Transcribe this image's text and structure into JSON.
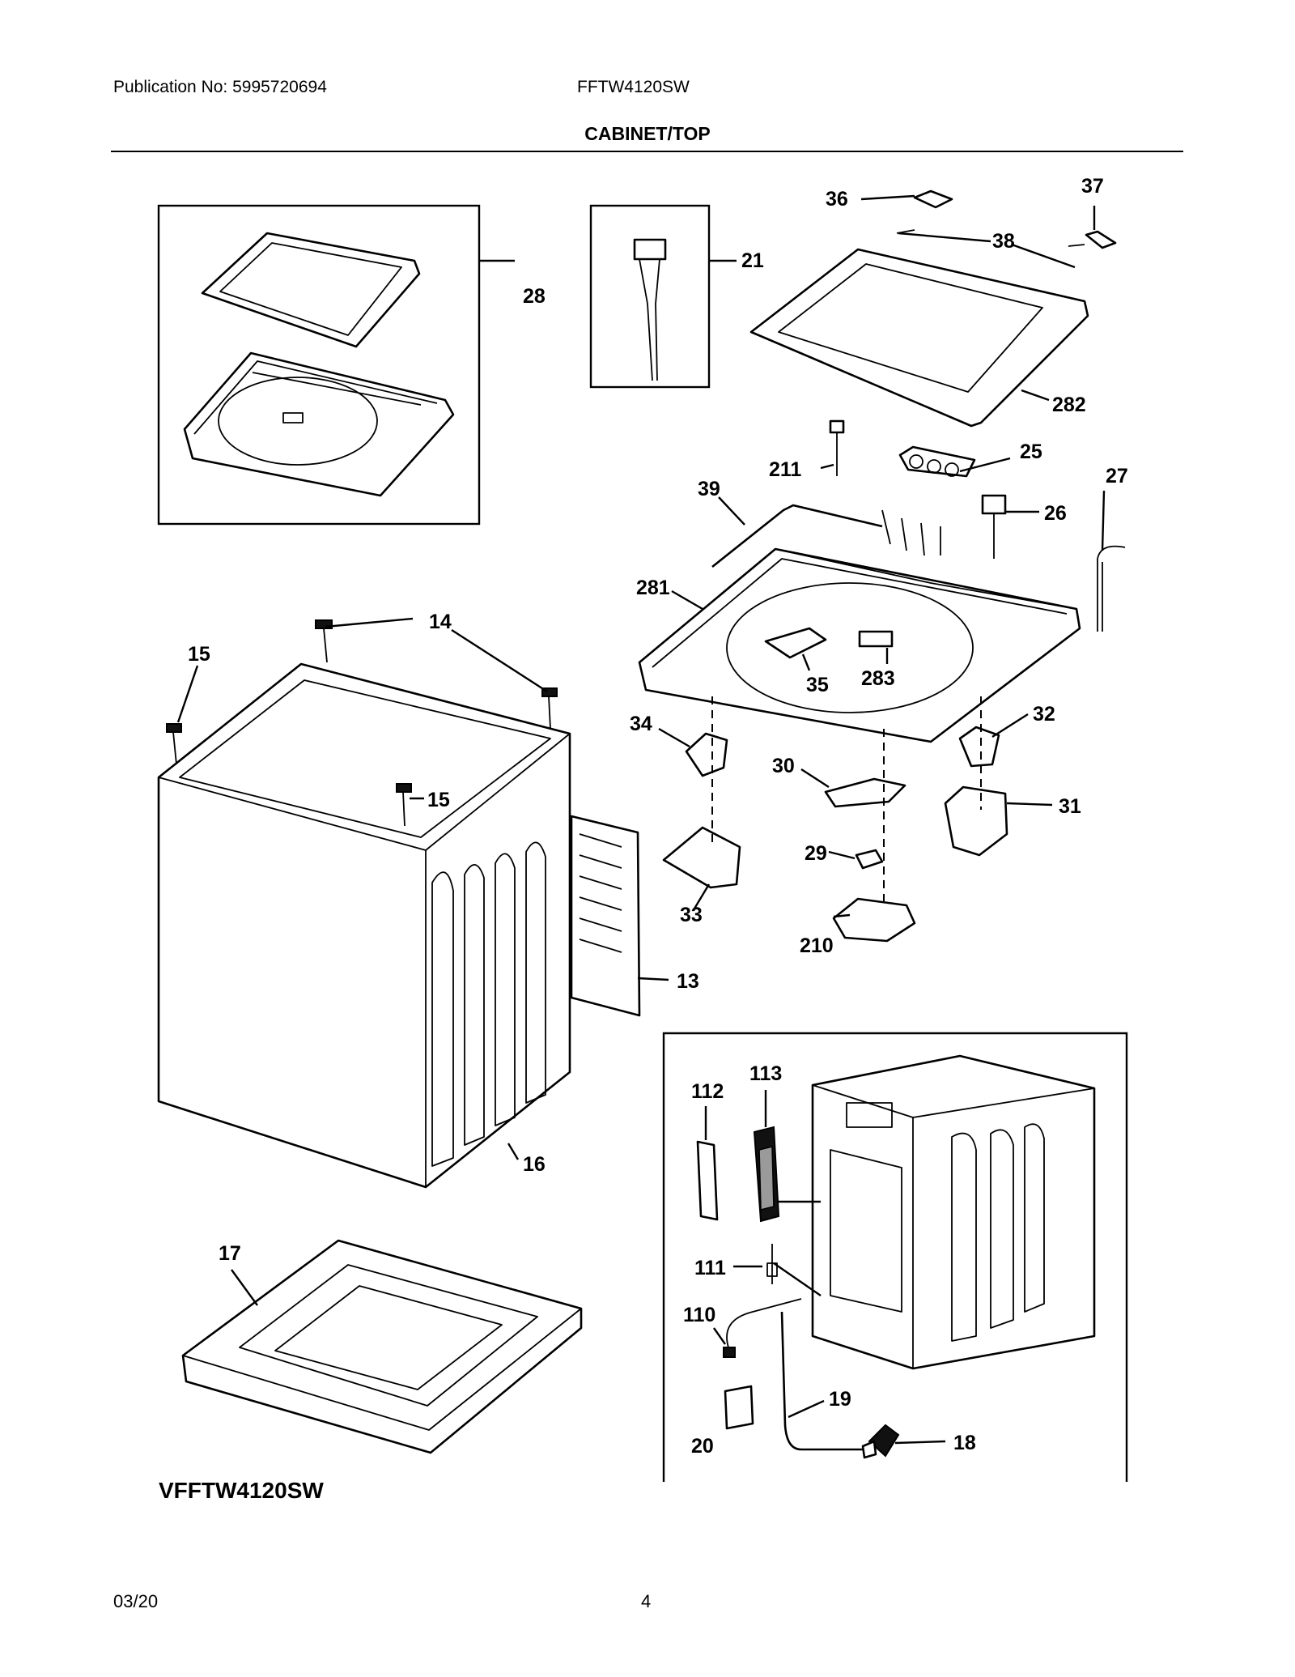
{
  "header": {
    "publication": "Publication No: 5995720694",
    "model": "FFTW4120SW",
    "section_title": "CABINET/TOP"
  },
  "footer": {
    "date": "03/20",
    "page_number": "4"
  },
  "diagram": {
    "variant_label": "VFFTW4120SW",
    "callouts": {
      "c36": "36",
      "c37": "37",
      "c38": "38",
      "c21": "21",
      "c28": "28",
      "c282": "282",
      "c25": "25",
      "c211": "211",
      "c39": "39",
      "c27": "27",
      "c26": "26",
      "c281": "281",
      "c14": "14",
      "c15a": "15",
      "c35": "35",
      "c283": "283",
      "c32": "32",
      "c34": "34",
      "c15b": "15",
      "c30": "30",
      "c31": "31",
      "c29": "29",
      "c33": "33",
      "c13": "13",
      "c210": "210",
      "c113": "113",
      "c112": "112",
      "c16": "16",
      "c17": "17",
      "c111": "111",
      "c110": "110",
      "c19": "19",
      "c18": "18",
      "c20": "20"
    }
  }
}
